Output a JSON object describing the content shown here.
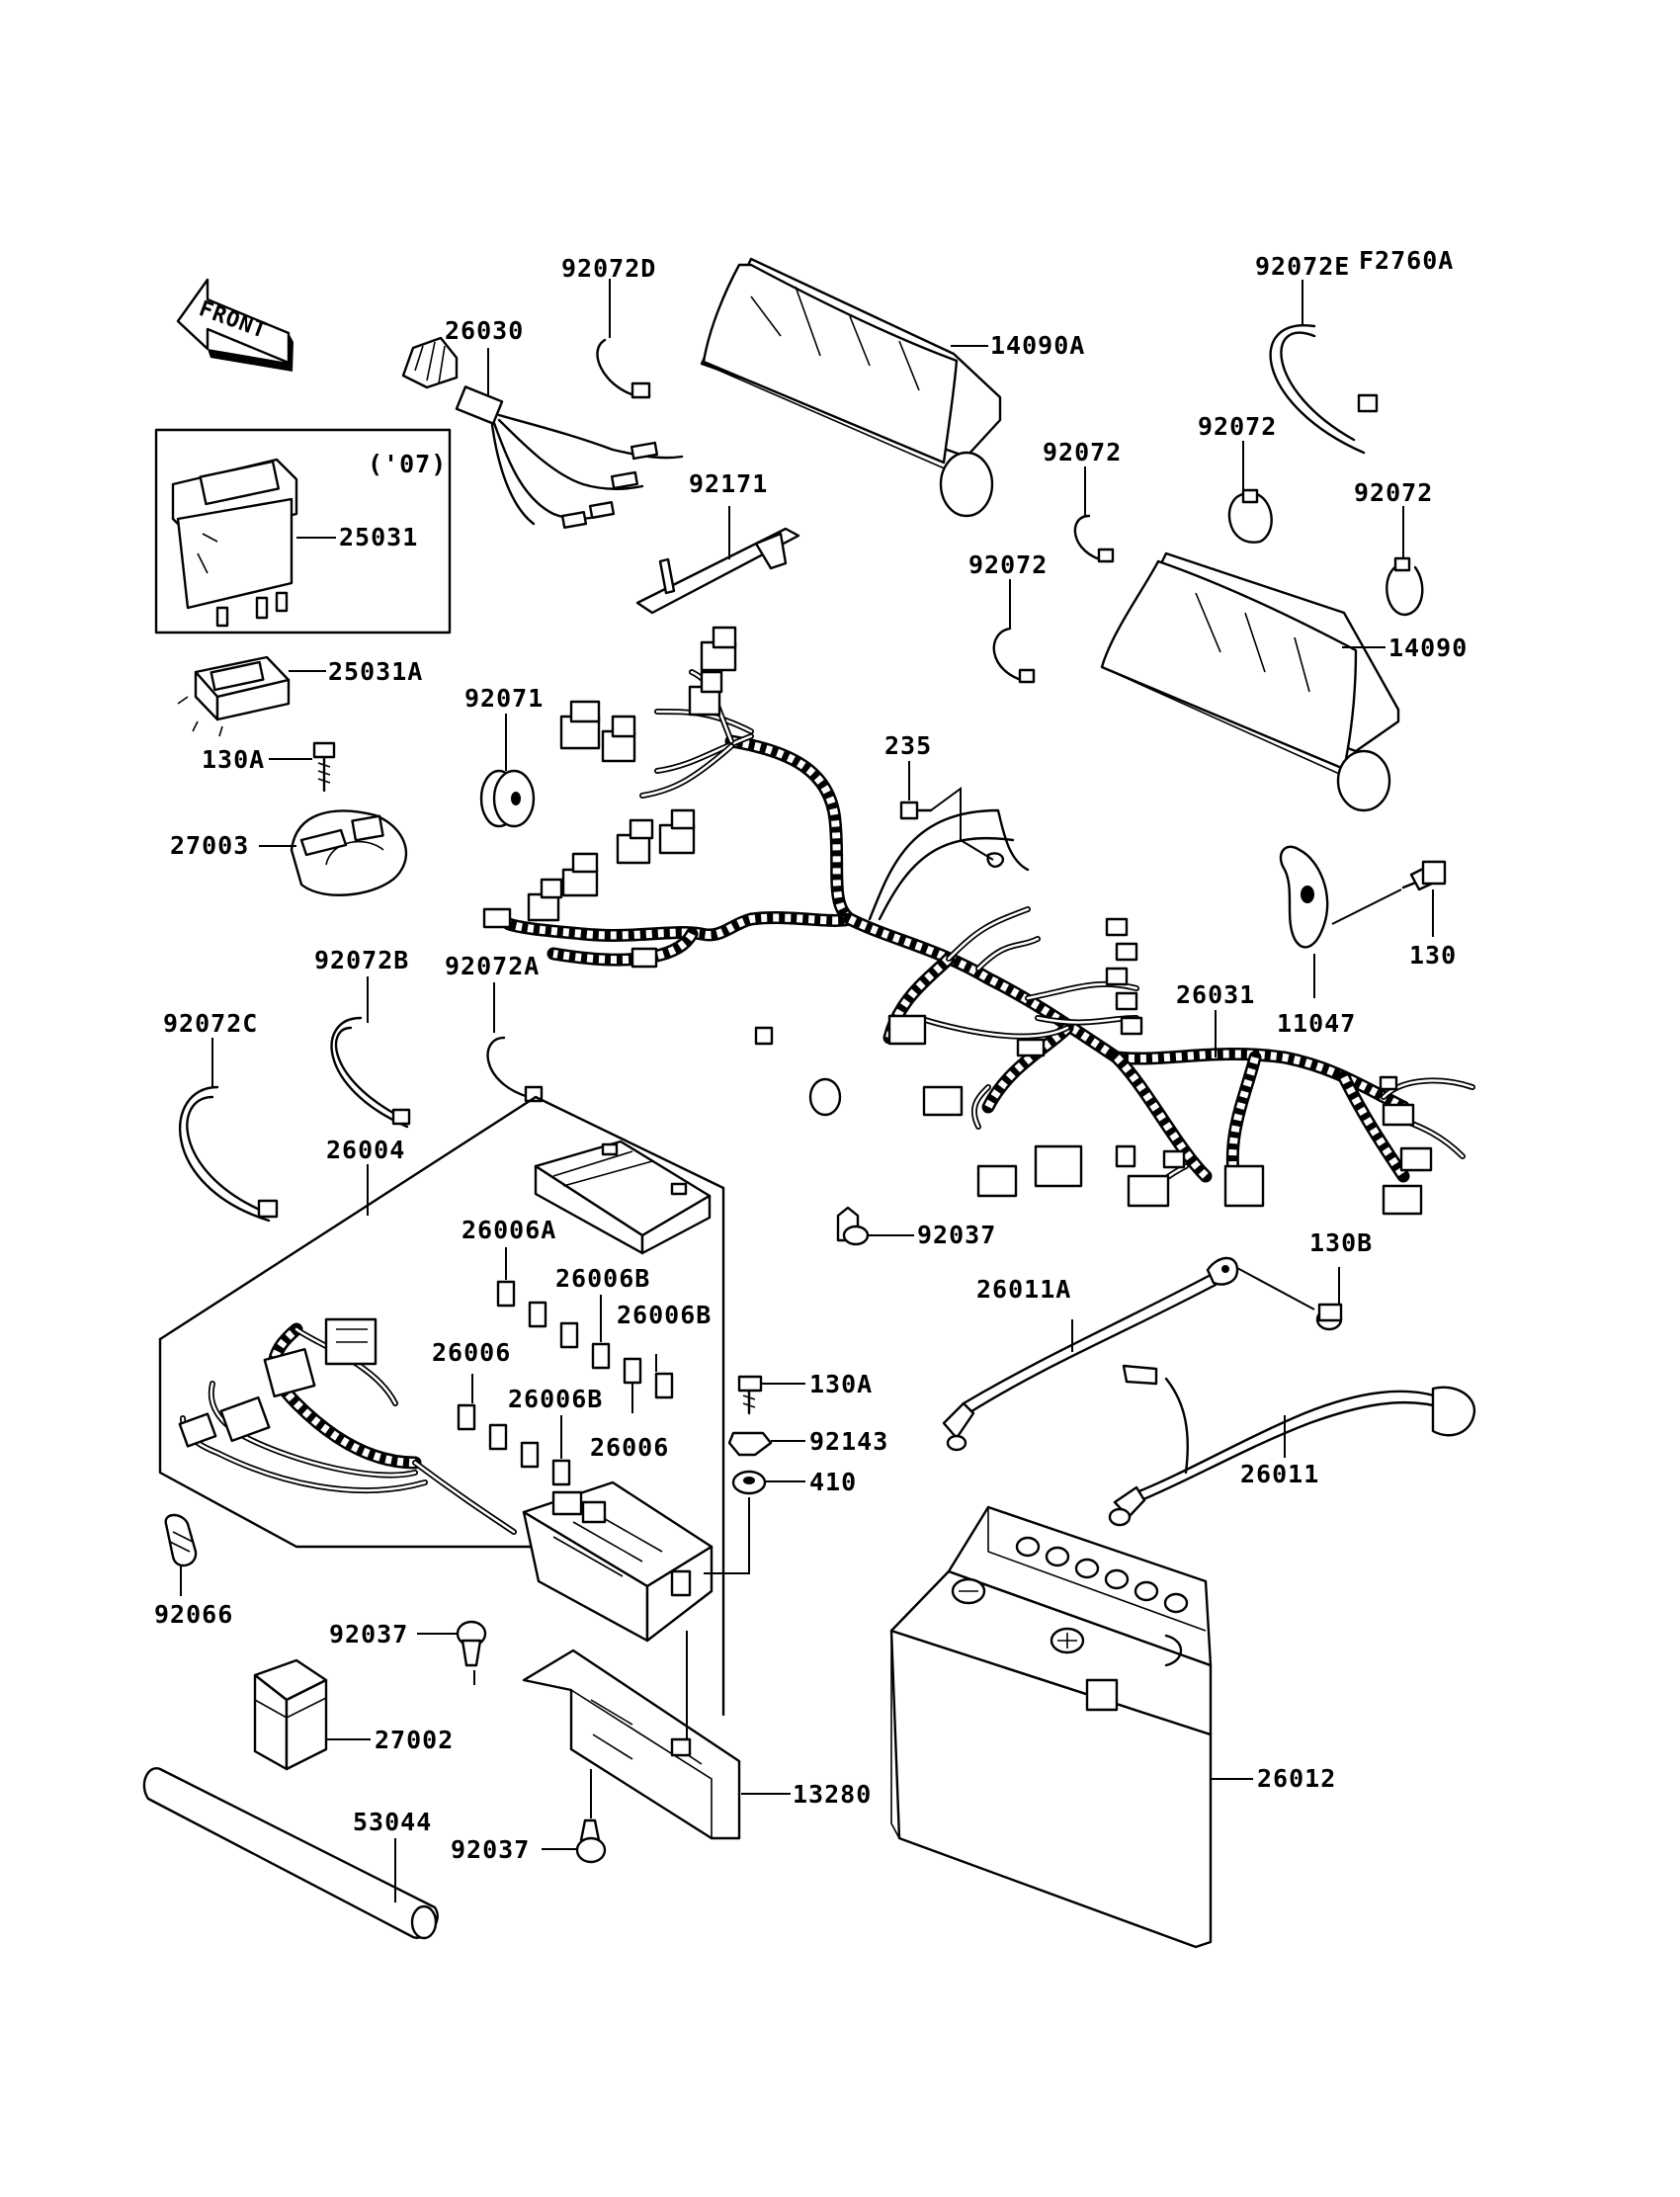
{
  "figure_code": "F2760A",
  "front_arrow_label": "FRONT",
  "year_note": "('07)",
  "part_labels": {
    "p92072D": "92072D",
    "p26030": "26030",
    "p14090A": "14090A",
    "p92072E": "92072E",
    "p25031": "25031",
    "p92171": "92171",
    "p92072_a": "92072",
    "p92072_b": "92072",
    "p92072_c": "92072",
    "p92072_d": "92072",
    "p14090": "14090",
    "p25031A": "25031A",
    "p92071": "92071",
    "p235": "235",
    "p130A_top": "130A",
    "p27003": "27003",
    "p130": "130",
    "p11047": "11047",
    "p92072B": "92072B",
    "p92072A": "92072A",
    "p26031": "26031",
    "p92072C": "92072C",
    "p26004": "26004",
    "p26006A": "26006A",
    "p26006B_a": "26006B",
    "p26006B_b": "26006B",
    "p26006_a": "26006",
    "p26006B_c": "26006B",
    "p26006_b": "26006",
    "p92037_mid": "92037",
    "p130B": "130B",
    "p26011A": "26011A",
    "p130A_mid": "130A",
    "p92143": "92143",
    "p410": "410",
    "p26011": "26011",
    "p92066": "92066",
    "p92037_a": "92037",
    "p27002": "27002",
    "p26012": "26012",
    "p53044": "53044",
    "p13280": "13280",
    "p92037_b": "92037"
  }
}
